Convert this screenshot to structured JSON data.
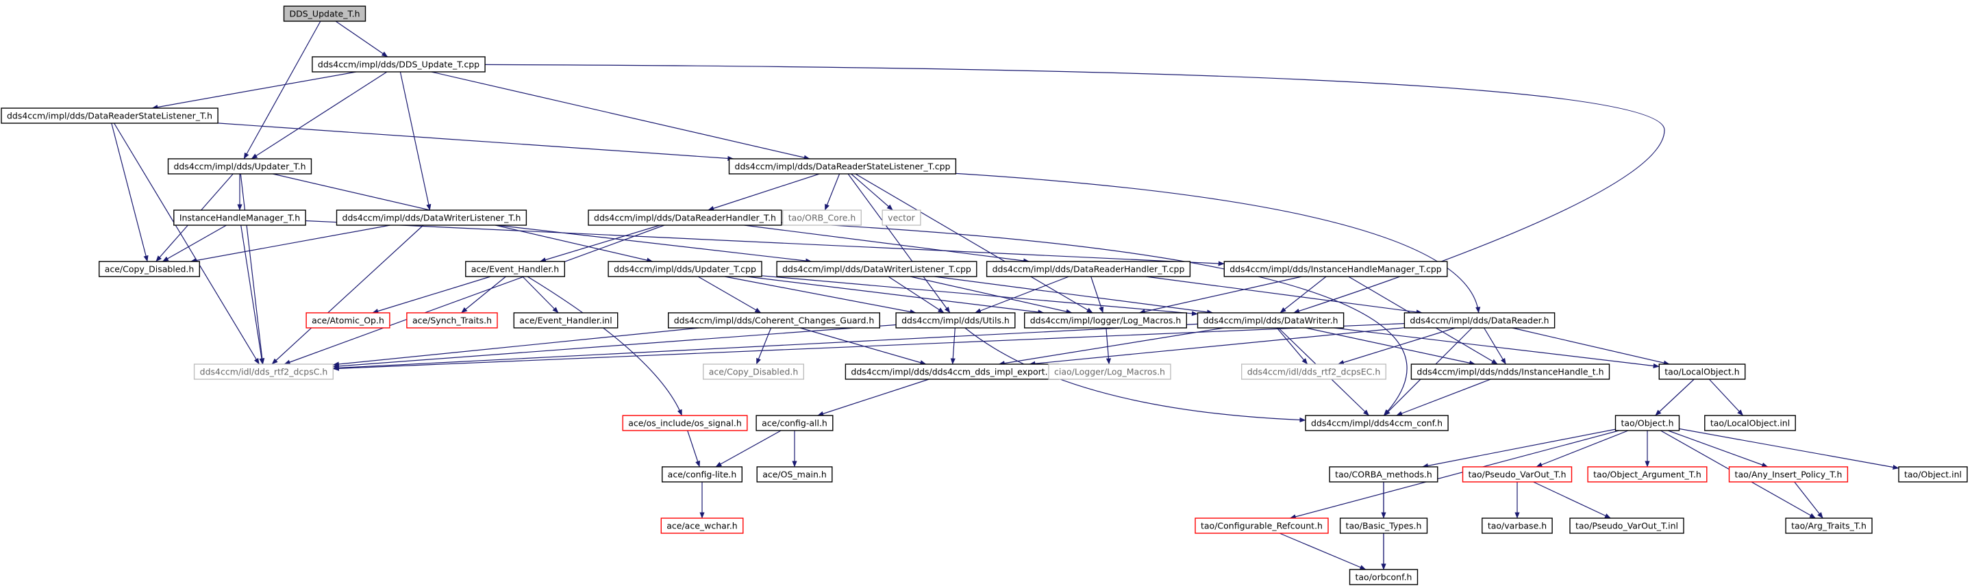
{
  "colors": {
    "edge": "#191970",
    "node_border_normal": "#000000",
    "node_border_missing": "#bfbfbf",
    "node_border_truncated": "#ff0000",
    "root_fill": "#bfbfbf",
    "text_normal": "#000000",
    "text_missing": "#666666"
  },
  "nodes": [
    {
      "id": "n0",
      "label": "DDS_Update_T.h",
      "style": "root"
    },
    {
      "id": "n1",
      "label": "dds4ccm/impl/dds/DDS_Update_T.cpp",
      "style": "normal"
    },
    {
      "id": "n2",
      "label": "dds4ccm/impl/dds/DataReaderStateListener_T.h",
      "style": "normal"
    },
    {
      "id": "n3",
      "label": "dds4ccm/impl/dds/Updater_T.h",
      "style": "normal"
    },
    {
      "id": "n4",
      "label": "dds4ccm/impl/dds/DataReaderStateListener_T.cpp",
      "style": "normal"
    },
    {
      "id": "n5",
      "label": "InstanceHandleManager_T.h",
      "style": "normal"
    },
    {
      "id": "n6",
      "label": "dds4ccm/impl/dds/DataWriterListener_T.h",
      "style": "normal"
    },
    {
      "id": "n7",
      "label": "dds4ccm/impl/dds/DataReaderHandler_T.h",
      "style": "normal"
    },
    {
      "id": "n8",
      "label": "tao/ORB_Core.h",
      "style": "missing"
    },
    {
      "id": "n9",
      "label": "vector",
      "style": "missing"
    },
    {
      "id": "n10",
      "label": "ace/Copy_Disabled.h",
      "style": "normal"
    },
    {
      "id": "n11",
      "label": "ace/Event_Handler.h",
      "style": "normal"
    },
    {
      "id": "n12",
      "label": "dds4ccm/impl/dds/Updater_T.cpp",
      "style": "normal"
    },
    {
      "id": "n13",
      "label": "dds4ccm/impl/dds/DataWriterListener_T.cpp",
      "style": "normal"
    },
    {
      "id": "n14",
      "label": "dds4ccm/impl/dds/DataReaderHandler_T.cpp",
      "style": "normal"
    },
    {
      "id": "n15",
      "label": "dds4ccm/impl/dds/InstanceHandleManager_T.cpp",
      "style": "normal"
    },
    {
      "id": "n16",
      "label": "ace/Atomic_Op.h",
      "style": "truncated"
    },
    {
      "id": "n17",
      "label": "ace/Synch_Traits.h",
      "style": "truncated"
    },
    {
      "id": "n18",
      "label": "ace/Event_Handler.inl",
      "style": "normal"
    },
    {
      "id": "n19",
      "label": "dds4ccm/impl/dds/Coherent_Changes_Guard.h",
      "style": "normal"
    },
    {
      "id": "n20",
      "label": "dds4ccm/impl/dds/Utils.h",
      "style": "normal"
    },
    {
      "id": "n21",
      "label": "dds4ccm/impl/logger/Log_Macros.h",
      "style": "normal"
    },
    {
      "id": "n22",
      "label": "dds4ccm/impl/dds/DataWriter.h",
      "style": "normal"
    },
    {
      "id": "n23",
      "label": "dds4ccm/impl/dds/DataReader.h",
      "style": "normal"
    },
    {
      "id": "n24",
      "label": "dds4ccm/idl/dds_rtf2_dcpsC.h",
      "style": "missing"
    },
    {
      "id": "n25",
      "label": "ace/Copy_Disabled.h",
      "style": "missing"
    },
    {
      "id": "n26",
      "label": "dds4ccm/impl/dds/dds4ccm_dds_impl_export.h",
      "style": "normal"
    },
    {
      "id": "n27",
      "label": "ciao/Logger/Log_Macros.h",
      "style": "missing"
    },
    {
      "id": "n28",
      "label": "dds4ccm/idl/dds_rtf2_dcpsEC.h",
      "style": "missing"
    },
    {
      "id": "n29",
      "label": "dds4ccm/impl/dds/ndds/InstanceHandle_t.h",
      "style": "normal"
    },
    {
      "id": "n30",
      "label": "tao/LocalObject.h",
      "style": "normal"
    },
    {
      "id": "n31",
      "label": "ace/os_include/os_signal.h",
      "style": "truncated"
    },
    {
      "id": "n32",
      "label": "ace/config-all.h",
      "style": "normal"
    },
    {
      "id": "n33",
      "label": "dds4ccm/impl/dds4ccm_conf.h",
      "style": "normal"
    },
    {
      "id": "n34",
      "label": "tao/Object.h",
      "style": "normal"
    },
    {
      "id": "n35",
      "label": "tao/LocalObject.inl",
      "style": "normal"
    },
    {
      "id": "n36",
      "label": "ace/config-lite.h",
      "style": "normal"
    },
    {
      "id": "n37",
      "label": "ace/OS_main.h",
      "style": "normal"
    },
    {
      "id": "n38",
      "label": "tao/CORBA_methods.h",
      "style": "normal"
    },
    {
      "id": "n39",
      "label": "tao/Pseudo_VarOut_T.h",
      "style": "truncated"
    },
    {
      "id": "n40",
      "label": "tao/Object_Argument_T.h",
      "style": "truncated"
    },
    {
      "id": "n41",
      "label": "tao/Any_Insert_Policy_T.h",
      "style": "truncated"
    },
    {
      "id": "n42",
      "label": "tao/Object.inl",
      "style": "normal"
    },
    {
      "id": "n43",
      "label": "ace/ace_wchar.h",
      "style": "truncated"
    },
    {
      "id": "n44",
      "label": "tao/Configurable_Refcount.h",
      "style": "truncated"
    },
    {
      "id": "n45",
      "label": "tao/Basic_Types.h",
      "style": "normal"
    },
    {
      "id": "n46",
      "label": "tao/varbase.h",
      "style": "normal"
    },
    {
      "id": "n47",
      "label": "tao/Pseudo_VarOut_T.inl",
      "style": "normal"
    },
    {
      "id": "n48",
      "label": "tao/Arg_Traits_T.h",
      "style": "normal"
    },
    {
      "id": "n49",
      "label": "tao/orbconf.h",
      "style": "normal"
    }
  ],
  "edges": [
    [
      "n0",
      "n1"
    ],
    [
      "n0",
      "n3"
    ],
    [
      "n1",
      "n2"
    ],
    [
      "n1",
      "n3"
    ],
    [
      "n1",
      "n6"
    ],
    [
      "n1",
      "n4"
    ],
    [
      "n1",
      "n22"
    ],
    [
      "n2",
      "n10"
    ],
    [
      "n2",
      "n24"
    ],
    [
      "n2",
      "n4"
    ],
    [
      "n3",
      "n10"
    ],
    [
      "n3",
      "n24"
    ],
    [
      "n3",
      "n5"
    ],
    [
      "n3",
      "n12"
    ],
    [
      "n4",
      "n7"
    ],
    [
      "n4",
      "n8"
    ],
    [
      "n4",
      "n9"
    ],
    [
      "n4",
      "n21"
    ],
    [
      "n4",
      "n20"
    ],
    [
      "n4",
      "n23"
    ],
    [
      "n5",
      "n10"
    ],
    [
      "n5",
      "n24"
    ],
    [
      "n5",
      "n15"
    ],
    [
      "n6",
      "n10"
    ],
    [
      "n6",
      "n24"
    ],
    [
      "n6",
      "n13"
    ],
    [
      "n7",
      "n11"
    ],
    [
      "n7",
      "n24"
    ],
    [
      "n7",
      "n14"
    ],
    [
      "n7",
      "n33"
    ],
    [
      "n11",
      "n16"
    ],
    [
      "n11",
      "n17"
    ],
    [
      "n11",
      "n18"
    ],
    [
      "n11",
      "n31"
    ],
    [
      "n12",
      "n19"
    ],
    [
      "n12",
      "n20"
    ],
    [
      "n12",
      "n21"
    ],
    [
      "n12",
      "n22"
    ],
    [
      "n13",
      "n20"
    ],
    [
      "n13",
      "n21"
    ],
    [
      "n13",
      "n22"
    ],
    [
      "n14",
      "n20"
    ],
    [
      "n14",
      "n21"
    ],
    [
      "n14",
      "n23"
    ],
    [
      "n15",
      "n21"
    ],
    [
      "n15",
      "n22"
    ],
    [
      "n15",
      "n29"
    ],
    [
      "n19",
      "n24"
    ],
    [
      "n19",
      "n25"
    ],
    [
      "n19",
      "n26"
    ],
    [
      "n20",
      "n24"
    ],
    [
      "n20",
      "n26"
    ],
    [
      "n20",
      "n33"
    ],
    [
      "n21",
      "n27"
    ],
    [
      "n22",
      "n24"
    ],
    [
      "n22",
      "n26"
    ],
    [
      "n22",
      "n28"
    ],
    [
      "n22",
      "n29"
    ],
    [
      "n22",
      "n30"
    ],
    [
      "n22",
      "n33"
    ],
    [
      "n23",
      "n24"
    ],
    [
      "n23",
      "n26"
    ],
    [
      "n23",
      "n28"
    ],
    [
      "n23",
      "n29"
    ],
    [
      "n23",
      "n30"
    ],
    [
      "n23",
      "n33"
    ],
    [
      "n26",
      "n32"
    ],
    [
      "n29",
      "n33"
    ],
    [
      "n30",
      "n34"
    ],
    [
      "n30",
      "n35"
    ],
    [
      "n31",
      "n36"
    ],
    [
      "n32",
      "n36"
    ],
    [
      "n32",
      "n37"
    ],
    [
      "n34",
      "n38"
    ],
    [
      "n34",
      "n39"
    ],
    [
      "n34",
      "n40"
    ],
    [
      "n34",
      "n41"
    ],
    [
      "n34",
      "n42"
    ],
    [
      "n34",
      "n44"
    ],
    [
      "n34",
      "n48"
    ],
    [
      "n36",
      "n43"
    ],
    [
      "n38",
      "n45"
    ],
    [
      "n38",
      "n49"
    ],
    [
      "n39",
      "n46"
    ],
    [
      "n39",
      "n47"
    ],
    [
      "n41",
      "n48"
    ],
    [
      "n44",
      "n49"
    ],
    [
      "n45",
      "n49"
    ]
  ]
}
